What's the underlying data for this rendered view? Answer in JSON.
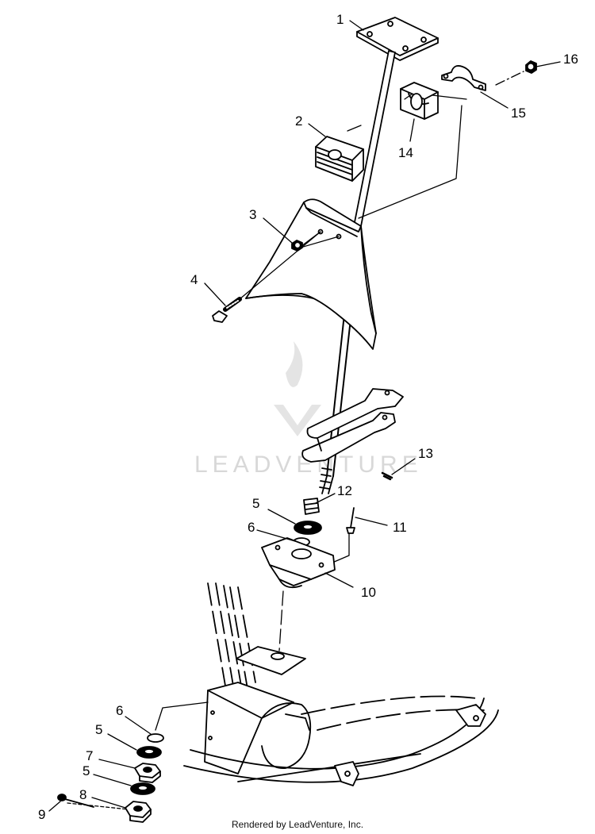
{
  "callouts": [
    "1",
    "2",
    "3",
    "4",
    "5",
    "6",
    "5",
    "6",
    "7",
    "5",
    "8",
    "9",
    "10",
    "11",
    "12",
    "13",
    "14",
    "15",
    "16"
  ],
  "watermark": "LEADVENTURE",
  "footer": "Rendered by LeadVenture, Inc."
}
